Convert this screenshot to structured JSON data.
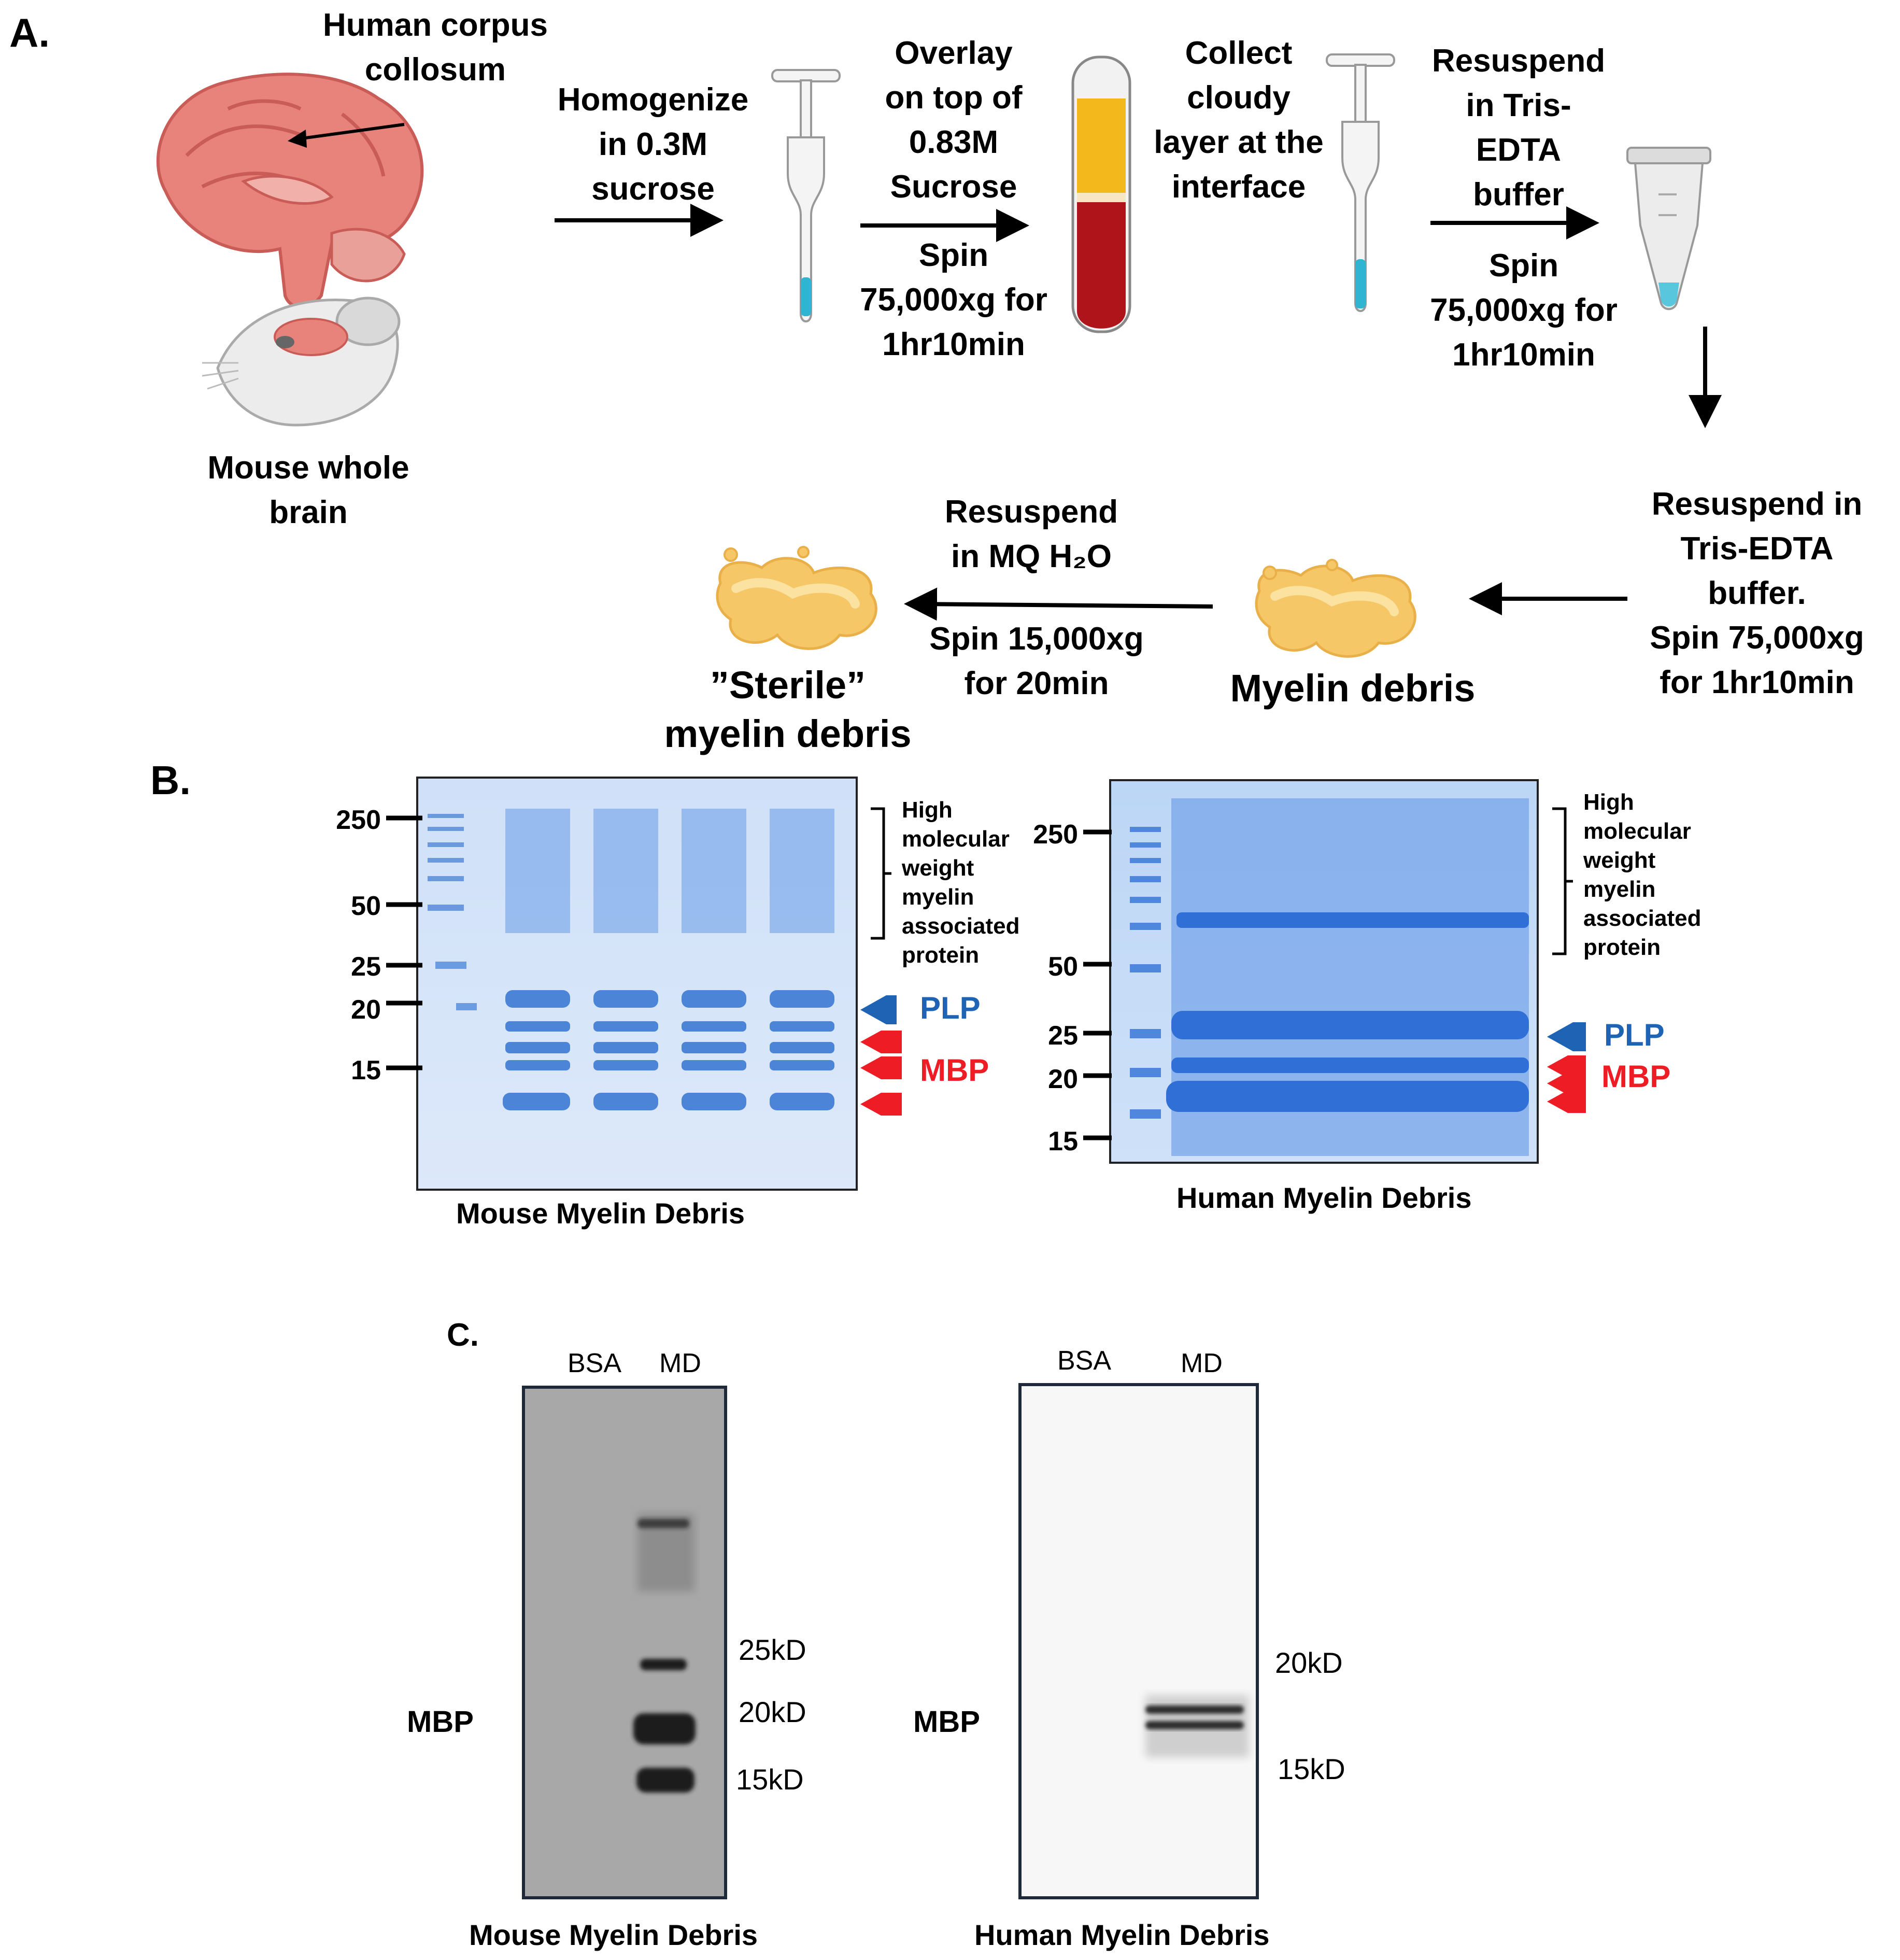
{
  "colors": {
    "plp": "#1f63b5",
    "mbp": "#ee1c25",
    "gel": "#6a9de8",
    "tube_blue": "#2fb4d2",
    "tube_red": "#b0141b",
    "tube_yellow": "#f3b81b",
    "debris": "#f5c766"
  },
  "panel_a": {
    "letter": "A.",
    "human_label": [
      "Human corpus",
      "collosum"
    ],
    "mouse_label": [
      "Mouse whole",
      "brain"
    ],
    "step1": [
      "Homogenize",
      "in 0.3M",
      "sucrose"
    ],
    "step2_top": [
      "Overlay",
      "on top of",
      "0.83M",
      "Sucrose"
    ],
    "step2_bottom": [
      "Spin",
      "75,000xg for",
      "1hr10min"
    ],
    "step3": [
      "Collect",
      "cloudy",
      "layer at the",
      "interface"
    ],
    "step4_top": [
      "Resuspend",
      "in Tris-",
      "EDTA",
      "buffer"
    ],
    "step4_bottom": [
      "Spin",
      "75,000xg for",
      "1hr10min"
    ],
    "step5": [
      "Resuspend in",
      "Tris-EDTA",
      "buffer.",
      "Spin 75,000xg",
      "for 1hr10min"
    ],
    "myelin_debris": "Myelin debris",
    "step6_top": [
      "Resuspend",
      "in MQ H₂O"
    ],
    "step6_bottom": [
      "Spin 15,000xg",
      "for 20min"
    ],
    "sterile": [
      "”Sterile”",
      "myelin debris"
    ],
    "icons": [
      "human-brain-icon",
      "mouse-brain-icon",
      "test-tube-icon",
      "layered-tube-icon",
      "microcentrifuge-tube-icon",
      "myelin-debris-icon"
    ]
  },
  "panel_b": {
    "letter": "B.",
    "mouse_gel": {
      "markers": [
        "250",
        "50",
        "25",
        "20",
        "15"
      ],
      "bracket_text": [
        "High",
        "molecular",
        "weight",
        "myelin",
        "associated",
        "protein"
      ],
      "plp": "PLP",
      "mbp": "MBP",
      "caption": "Mouse Myelin Debris"
    },
    "human_gel": {
      "markers": [
        "250",
        "50",
        "25",
        "20",
        "15"
      ],
      "bracket_text": [
        "High",
        "molecular",
        "weight",
        "myelin",
        "associated",
        "protein"
      ],
      "plp": "PLP",
      "mbp": "MBP",
      "caption": "Human Myelin Debris"
    }
  },
  "panel_c": {
    "letter": "C.",
    "mouse_blot": {
      "lanes": [
        "BSA",
        "MD"
      ],
      "row_label": "MBP",
      "kd": [
        "25kD",
        "20kD",
        "15kD"
      ],
      "caption": "Mouse Myelin Debris"
    },
    "human_blot": {
      "lanes": [
        "BSA",
        "MD"
      ],
      "row_label": "MBP",
      "kd": [
        "20kD",
        "15kD"
      ],
      "caption": "Human Myelin Debris"
    }
  }
}
